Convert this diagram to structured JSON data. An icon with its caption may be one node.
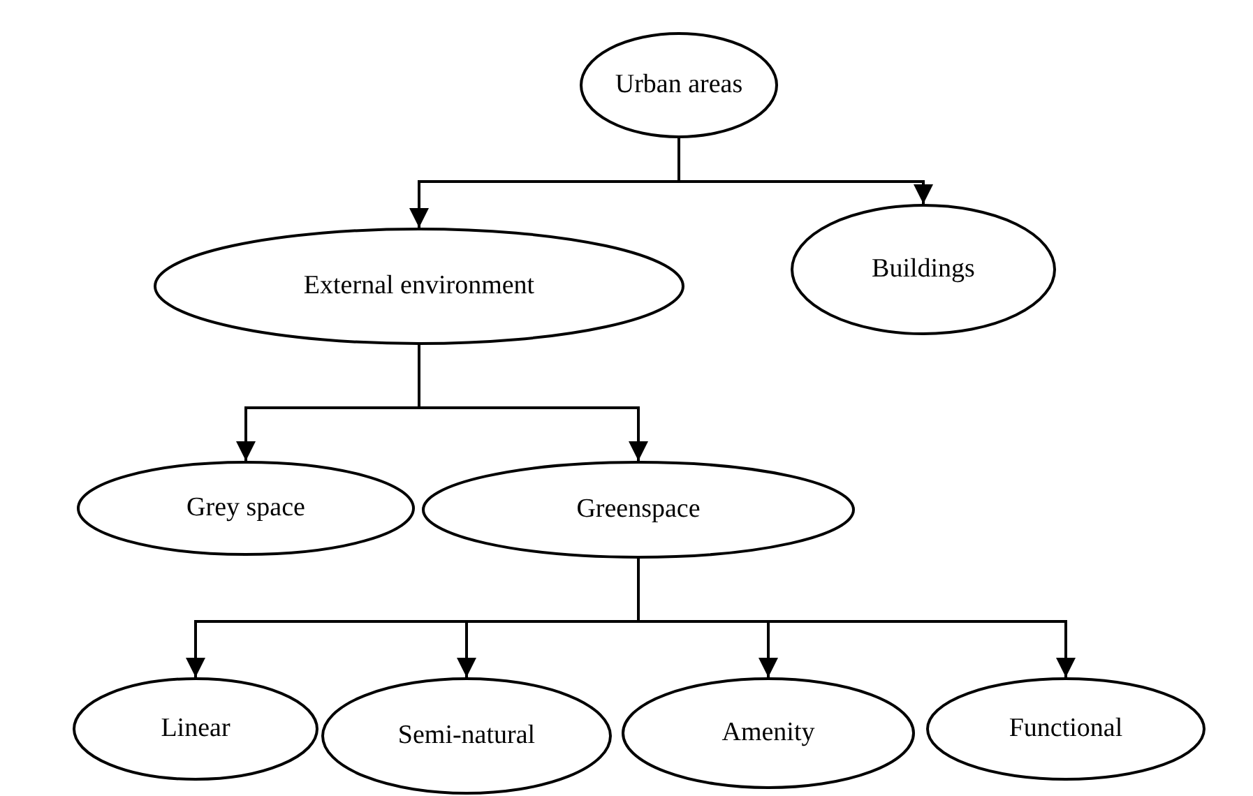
{
  "diagram": {
    "nodes": [
      {
        "text": [
          "Urban areas"
        ]
      },
      {
        "text": [
          "External environment"
        ]
      },
      {
        "text": [
          "Buildings"
        ]
      },
      {
        "text": [
          "Grey space"
        ]
      },
      {
        "text": [
          "Greenspace"
        ]
      },
      {
        "text": [
          "Linear"
        ]
      },
      {
        "text": [
          "Semi-natural"
        ]
      },
      {
        "text": [
          "Amenity"
        ]
      },
      {
        "text": [
          "Functional"
        ]
      }
    ],
    "edges": [
      {
        "from": 0,
        "to": 1,
        "arrow": "to"
      },
      {
        "from": 0,
        "to": 2,
        "arrow": "to"
      },
      {
        "from": 1,
        "to": 3,
        "arrow": "to"
      },
      {
        "from": 1,
        "to": 4,
        "arrow": "to"
      },
      {
        "from": 4,
        "to": 5,
        "arrow": "to"
      },
      {
        "from": 4,
        "to": 6,
        "arrow": "to"
      },
      {
        "from": 4,
        "to": 7,
        "arrow": "to"
      },
      {
        "from": 4,
        "to": 8,
        "arrow": "to"
      }
    ]
  }
}
